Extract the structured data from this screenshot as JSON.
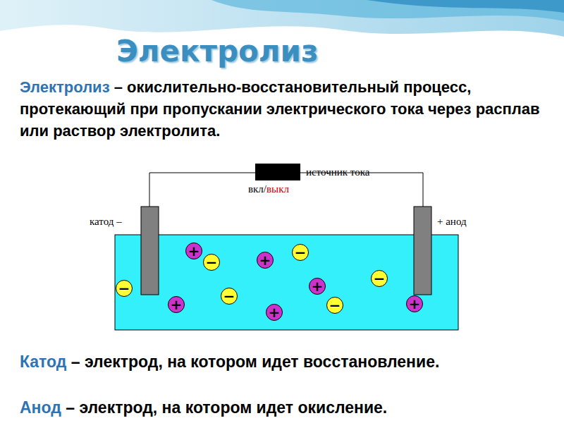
{
  "diagram": {
    "title": "Электролиз",
    "nodes": [
      {
        "text": [
          "+"
        ]
      },
      {
        "text": [
          "−"
        ]
      },
      {
        "text": [
          "+"
        ]
      },
      {
        "text": [
          "−"
        ]
      },
      {
        "text": [
          "−"
        ]
      },
      {
        "text": [
          "−"
        ]
      },
      {
        "text": [
          "+"
        ]
      },
      {
        "text": [
          "−"
        ]
      },
      {
        "text": [
          "+"
        ]
      },
      {
        "text": [
          "+"
        ]
      },
      {
        "text": [
          "−"
        ]
      },
      {
        "text": [
          "+"
        ]
      }
    ],
    "labels": [
      "Электролиз",
      "– окислительно-восстановительный процесс, протекающий при пропускании электрического тока через расплав или раствор электролита.",
      "источник тока",
      "вкл/",
      "выкл",
      "катод –",
      "+ анод",
      "Катод",
      "– электрод, на котором идет восстановление.",
      "Анод",
      "– электрод, на котором идет окисление."
    ]
  }
}
